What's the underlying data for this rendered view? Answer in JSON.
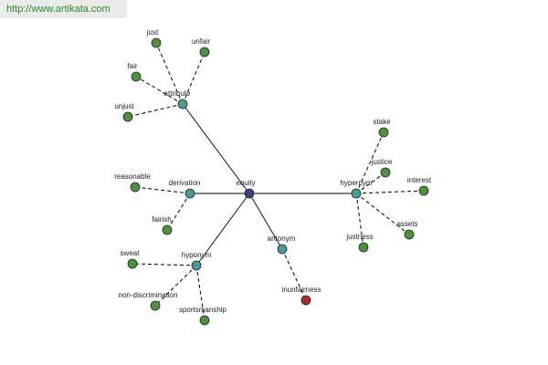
{
  "header": {
    "url": "http://www.artikata.com"
  },
  "colors": {
    "center": "#3a3f8c",
    "relation": "#4a9a9a",
    "leaf": "#4f8f3f",
    "antonym_leaf": "#a23030",
    "banner_bg": "#ebebeb",
    "banner_text": "#2a8a2a"
  },
  "graph": {
    "center": {
      "id": "equity",
      "label": "equity",
      "kind": "center"
    },
    "relations": [
      {
        "id": "attribute",
        "label": "attribute",
        "kind": "relation"
      },
      {
        "id": "derivation",
        "label": "derivation",
        "kind": "relation"
      },
      {
        "id": "hyponym",
        "label": "hyponym",
        "kind": "relation"
      },
      {
        "id": "antonym",
        "label": "antonym",
        "kind": "relation"
      },
      {
        "id": "hypernym",
        "label": "hypernym",
        "kind": "relation"
      }
    ],
    "leaves": [
      {
        "id": "just",
        "label": "just",
        "parent": "attribute",
        "kind": "leaf"
      },
      {
        "id": "unfair",
        "label": "unfair",
        "parent": "attribute",
        "kind": "leaf"
      },
      {
        "id": "fair",
        "label": "fair",
        "parent": "attribute",
        "kind": "leaf"
      },
      {
        "id": "unjust",
        "label": "unjust",
        "parent": "attribute",
        "kind": "leaf"
      },
      {
        "id": "reasonable",
        "label": "reasonable",
        "parent": "derivation",
        "kind": "leaf"
      },
      {
        "id": "fairish",
        "label": "fairish",
        "parent": "derivation",
        "kind": "leaf"
      },
      {
        "id": "sweat",
        "label": "sweat",
        "parent": "hyponym",
        "kind": "leaf"
      },
      {
        "id": "non-discrimination",
        "label": "non-discrimination",
        "parent": "hyponym",
        "kind": "leaf"
      },
      {
        "id": "sportsmanship",
        "label": "sportsmanship",
        "parent": "hyponym",
        "kind": "leaf"
      },
      {
        "id": "inunfairness",
        "label": "inunfairness",
        "parent": "antonym",
        "kind": "antonym-leaf"
      },
      {
        "id": "stake",
        "label": "stake",
        "parent": "hypernym",
        "kind": "leaf"
      },
      {
        "id": "justice",
        "label": "justice",
        "parent": "hypernym",
        "kind": "leaf"
      },
      {
        "id": "interest",
        "label": "interest",
        "parent": "hypernym",
        "kind": "leaf"
      },
      {
        "id": "justness",
        "label": "justness",
        "parent": "hypernym",
        "kind": "leaf"
      },
      {
        "id": "assets",
        "label": "assets",
        "parent": "hypernym",
        "kind": "leaf"
      }
    ]
  }
}
